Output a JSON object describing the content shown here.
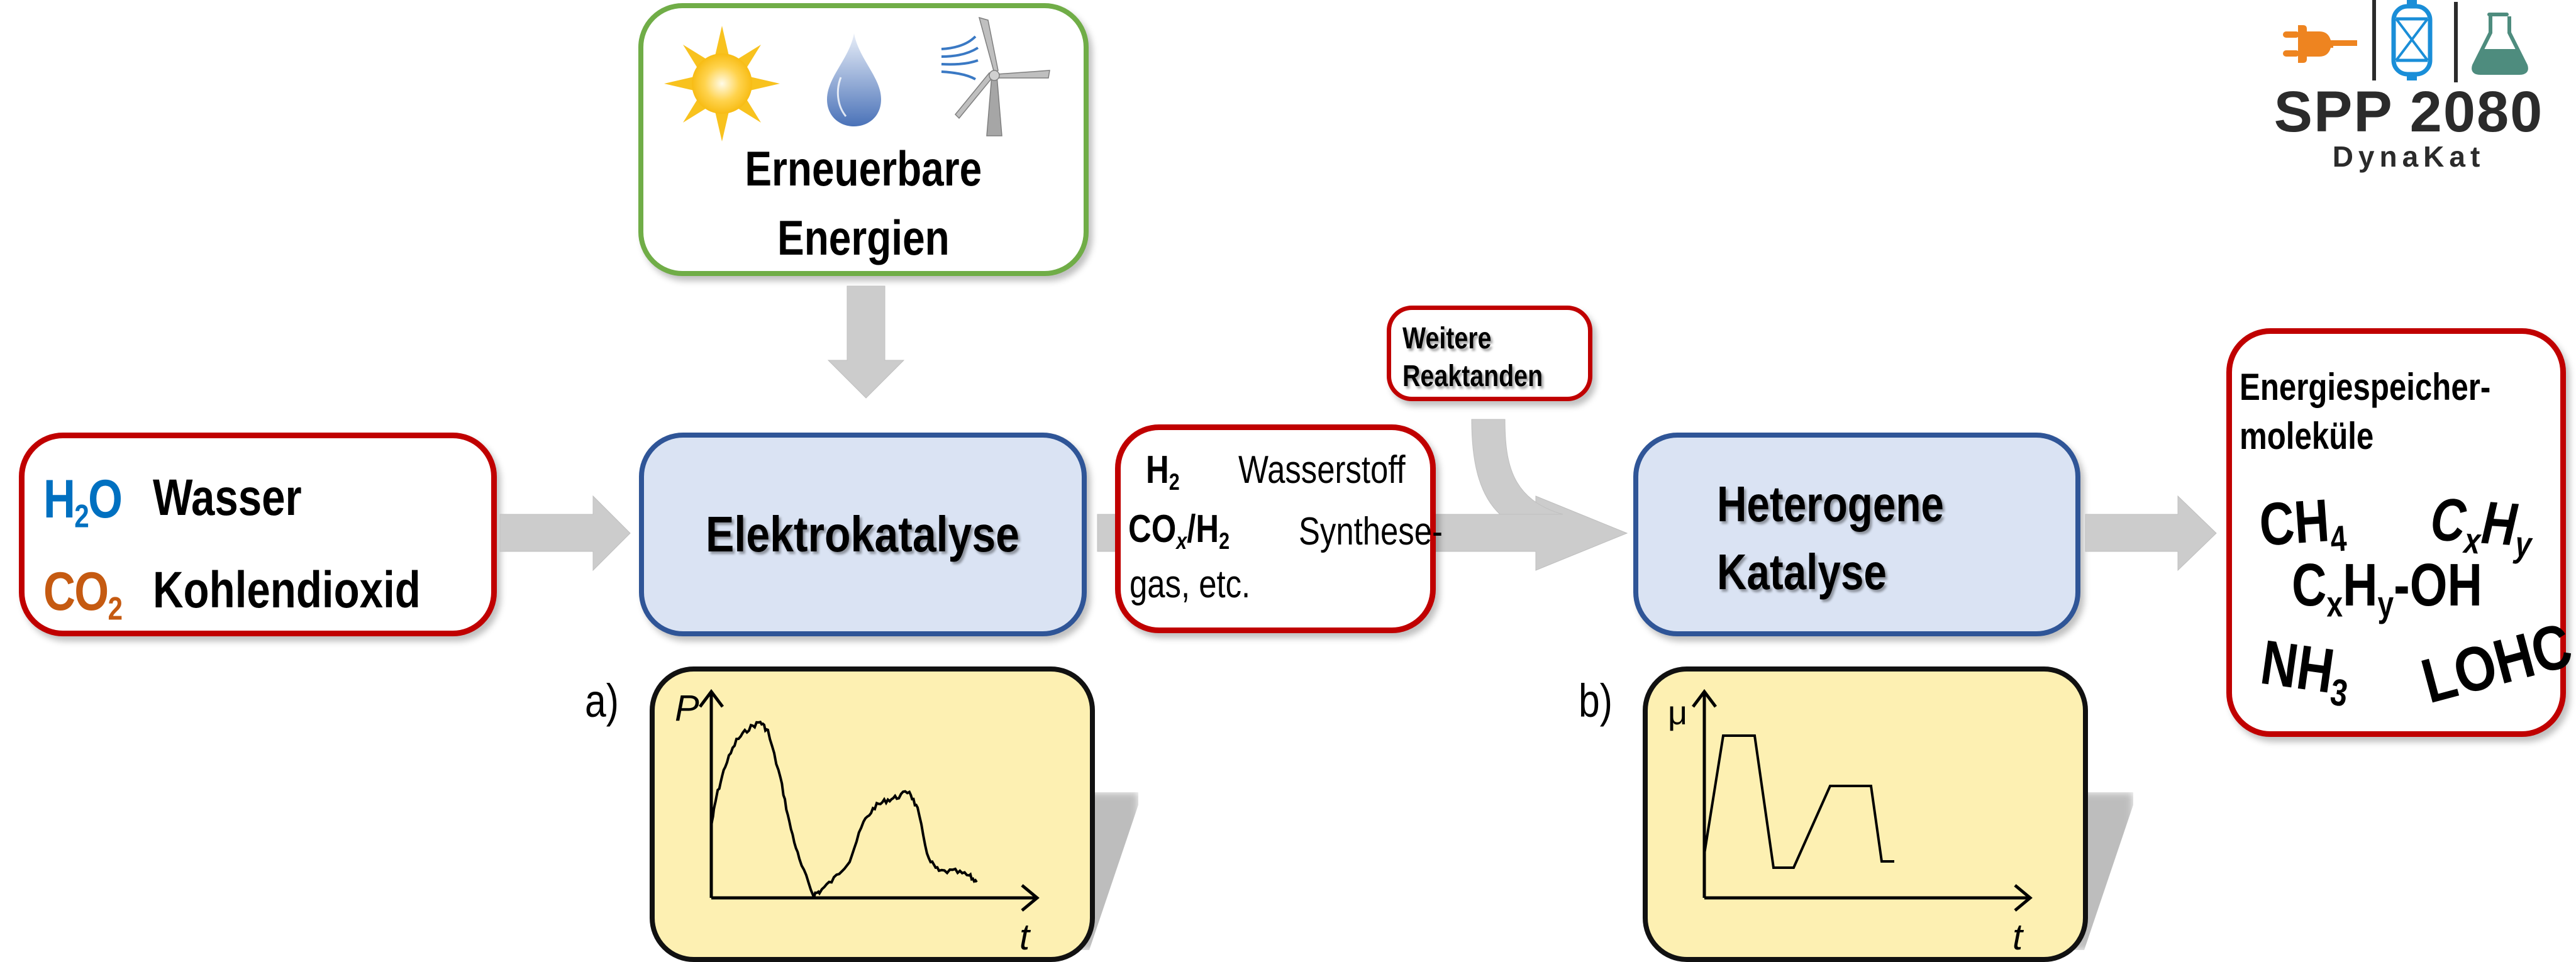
{
  "logo": {
    "title": "SPP 2080",
    "subtitle": "DynaKat",
    "icons": [
      "plug-icon",
      "reactor-icon",
      "flask-icon"
    ],
    "colors": {
      "plug": "#ee8420",
      "reactor": "#1a8ed8",
      "flask": "#4e8c7e",
      "text": "#2b2b2b"
    }
  },
  "renewables": {
    "title_line1": "Erneuerbare",
    "title_line2": "Energien",
    "icons": [
      "sun-icon",
      "water-drop-icon",
      "wind-turbine-icon"
    ]
  },
  "inputs": {
    "items": [
      {
        "formula": "H",
        "sub": "2",
        "formula_end": "O",
        "label": "Wasser",
        "color": "#0070c0"
      },
      {
        "formula": "CO",
        "sub": "2",
        "formula_end": "",
        "label": "Kohlendioxid",
        "color": "#c55a11"
      }
    ]
  },
  "electrocatalysis": {
    "label": "Elektrokatalyse"
  },
  "intermediate": {
    "line1_formula": "H",
    "line1_sub": "2",
    "line1_label": "Wasserstoff",
    "line2_formula_a": "CO",
    "line2_sub_a": "x",
    "line2_formula_b": "/H",
    "line2_sub_b": "2",
    "line2_label": "Synthese-",
    "line3_label": "gas, etc."
  },
  "further_reactants": {
    "line1": "Weitere",
    "line2": "Reaktanden"
  },
  "heterogeneous": {
    "line1": "Heterogene",
    "line2": "Katalyse"
  },
  "output": {
    "title_line1": "Energiespeicher-",
    "title_line2": "moleküle",
    "molecules": [
      {
        "main": "CH",
        "sub": "4"
      },
      {
        "main_a": "C",
        "sub_a": "x",
        "main_b": "H",
        "sub_b": "y"
      },
      {
        "main_a": "C",
        "sub_a": "x",
        "main_b": "H",
        "sub_b": "y",
        "suffix": "-OH"
      },
      {
        "main": "NH",
        "sub": "3"
      },
      {
        "main": "LOHC"
      }
    ]
  },
  "colors": {
    "arrow": "#cccccc",
    "red_border": "#c00000",
    "blue_border": "#2f5597",
    "blue_fill": "#dae3f3",
    "green_border": "#70ad47",
    "panel_fill": "#fdf0b2"
  },
  "panel_a": {
    "label": "a)",
    "y_axis": "P",
    "x_axis": "t",
    "description": "fluctuating power profile"
  },
  "panel_b": {
    "label": "b)",
    "y_axis": "μ",
    "x_axis": "t",
    "description": "dynamic trapezoidal operation profile"
  }
}
